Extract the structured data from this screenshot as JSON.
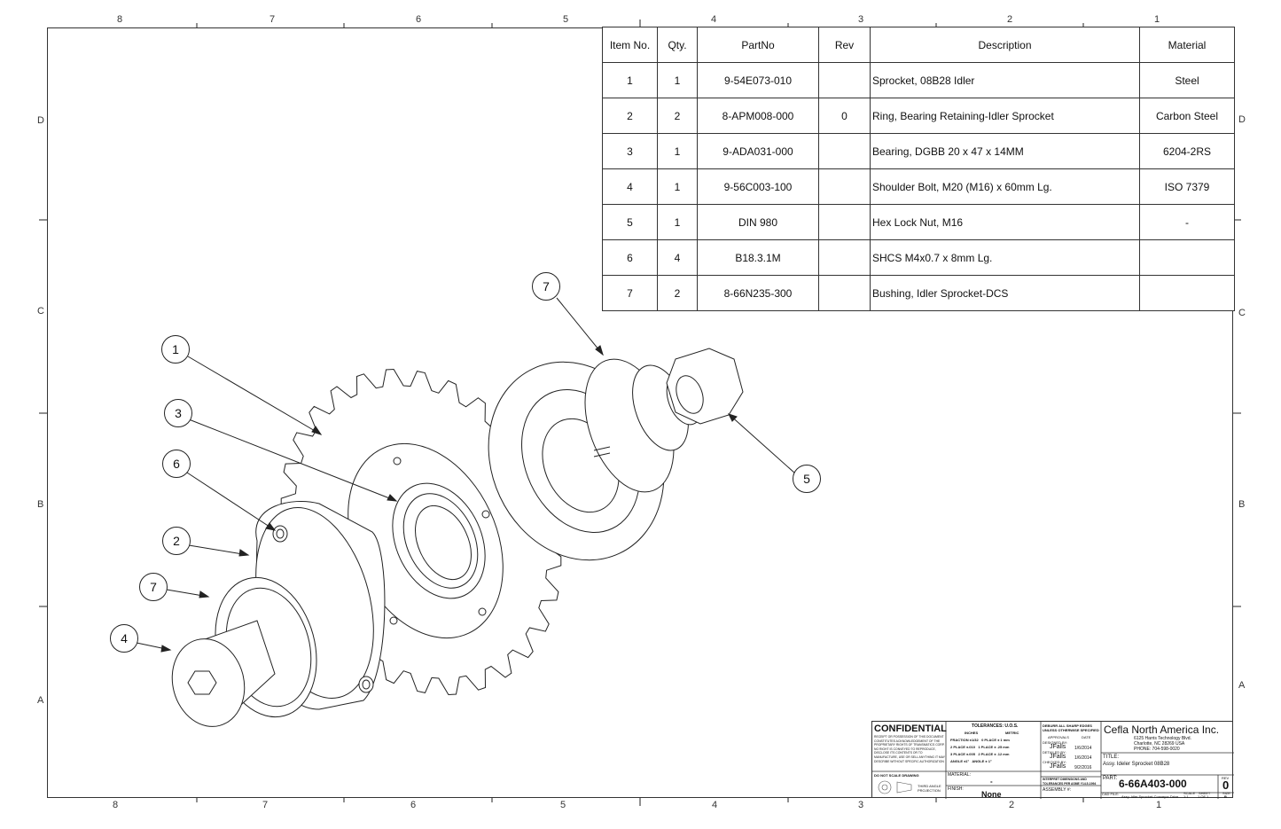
{
  "zones": {
    "columns": [
      "8",
      "7",
      "6",
      "5",
      "4",
      "3",
      "2",
      "1"
    ],
    "rows": [
      "D",
      "C",
      "B",
      "A"
    ]
  },
  "bom": {
    "headers": [
      "Item No.",
      "Qty.",
      "PartNo",
      "Rev",
      "Description",
      "Material"
    ],
    "rows": [
      {
        "item": "1",
        "qty": "1",
        "part": "9-54E073-010",
        "rev": "",
        "desc": "Sprocket, 08B28 Idler",
        "material": "Steel"
      },
      {
        "item": "2",
        "qty": "2",
        "part": "8-APM008-000",
        "rev": "0",
        "desc": "Ring, Bearing Retaining-Idler Sprocket",
        "material": "Carbon Steel"
      },
      {
        "item": "3",
        "qty": "1",
        "part": "9-ADA031-000",
        "rev": "",
        "desc": "Bearing, DGBB 20 x 47 x 14MM",
        "material": "6204-2RS"
      },
      {
        "item": "4",
        "qty": "1",
        "part": "9-56C003-100",
        "rev": "",
        "desc": "Shoulder Bolt, M20 (M16) x 60mm Lg.",
        "material": "ISO 7379"
      },
      {
        "item": "5",
        "qty": "1",
        "part": "DIN 980",
        "rev": "",
        "desc": "Hex Lock Nut, M16",
        "material": "-"
      },
      {
        "item": "6",
        "qty": "4",
        "part": "B18.3.1M",
        "rev": "",
        "desc": "SHCS M4x0.7 x 8mm Lg.",
        "material": ""
      },
      {
        "item": "7",
        "qty": "2",
        "part": "8-66N235-300",
        "rev": "",
        "desc": "Bushing, Idler Sprocket-DCS",
        "material": ""
      }
    ]
  },
  "balloons": [
    "1",
    "3",
    "6",
    "2",
    "7",
    "4",
    "7",
    "5"
  ],
  "title_block": {
    "confidential": "CONFIDENTIAL",
    "confidential_text": "RECEIPT OR POSSESSION OF THIS DOCUMENT CONSTITUTES ACKNOWLEDGEMENT OF THE PROPRIETARY RIGHTS OF TRANSMATICS CORP. NO RIGHT IS CONVEYED TO REPRODUCE, DISCLOSE ITS CONTENTS OR TO MANUFACTURE, USE OR SELL ANYTHING IT MAY DESCRIBE WITHOUT SPECIFIC AUTHORIZATION",
    "do_not_scale": "DO NOT SCALE DRAWING",
    "projection": "THIRD ANGLE PROJECTION",
    "tolerances_title": "TOLERANCES: U.O.S.",
    "inches": "INCHES",
    "metric": "METRIC",
    "tol_rows": [
      "FRACTION ±1/32   0 PLACE ± 1 mm",
      "2 PLACE ±.010   1 PLACE ± .25 mm",
      "3 PLACE ±.005   2 PLACE ± .12 mm",
      "ANGLE ±1°   ANGLE ± 1°"
    ],
    "material_label": "MATERIAL:",
    "material_value": "-",
    "finish_label": "FINISH:",
    "finish_value": "None",
    "deburr": "DEBURR ALL SHARP EDGES UNLESS OTHERWISE SPECIFIED",
    "approvals": "APPROVALS",
    "date": "DATE",
    "designed_by": "DESIGNED BY:",
    "designer": "JFalls",
    "designed_date": "1/6/2014",
    "detailed_by": "DETAILED BY:",
    "detailer": "JFalls",
    "detailed_date": "1/6/2014",
    "checked_by": "CHECKED BY:",
    "checker": "JFalls",
    "checked_date": "9/2/2016",
    "interpret": "INTERPRET DIMENSIONS AND TOLERANCES PER ASME Y14.5-1994",
    "assembly_label": "ASSEMBLY #:",
    "company": "Cefla North America Inc.",
    "address1": "6125 Harris Technology Blvd.",
    "address2": "Charlotte, NC 28269 USA",
    "phone": "PHONE: 704-598-0020",
    "title_label": "TITLE:",
    "title": "Assy. Ideler Sprocket 08B28",
    "part_label": "PART:",
    "part": "6-66A403-000",
    "rev_label": "REV",
    "rev": "0",
    "cad_label": "CAD FILE:",
    "cad_file": "Assy. Idler Sprocket-Conveyor Drive",
    "scale_label": "SCALE",
    "scale": "1:1",
    "sheet_label": "SHEET",
    "sheet": "1 OF 1",
    "size_label": "SIZE",
    "size": "B"
  }
}
